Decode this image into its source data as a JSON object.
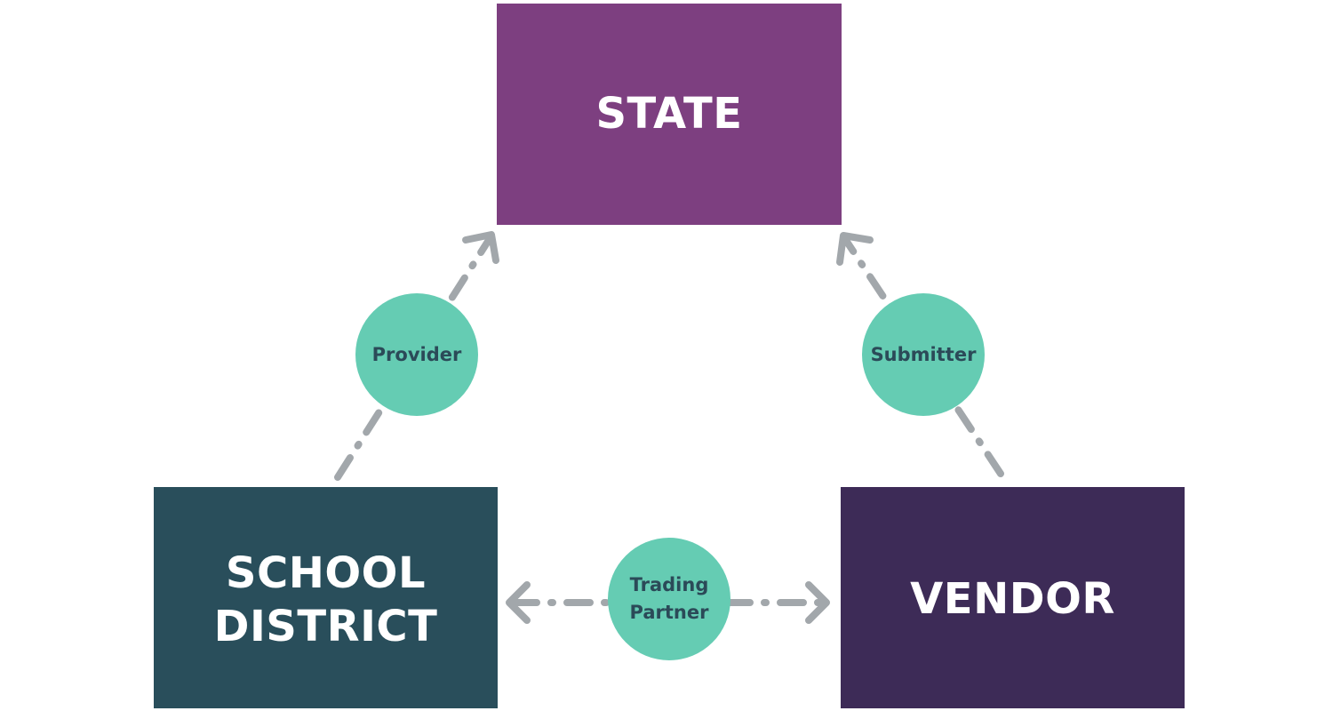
{
  "entities": {
    "state": "STATE",
    "school_district": "SCHOOL\nDISTRICT",
    "vendor": "VENDOR"
  },
  "roles": {
    "provider": "Provider",
    "submitter": "Submitter",
    "trading_partner": "Trading\nPartner"
  },
  "colors": {
    "state": "#7d3f80",
    "school_district": "#294e5b",
    "vendor": "#3d2b57",
    "role_circle": "#65ccb3",
    "role_text": "#2b4a58",
    "connector": "#a2a7ab"
  }
}
